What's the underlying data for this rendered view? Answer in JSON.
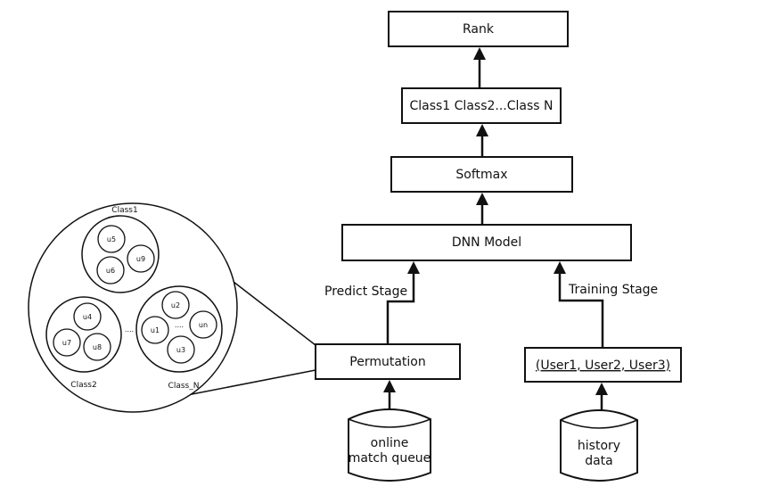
{
  "nodes": {
    "rank": "Rank",
    "classes": "Class1 Class2...Class N",
    "softmax": "Softmax",
    "dnn_model": "DNN Model",
    "permutation": "Permutation",
    "users": "(User1,  User2,  User3)"
  },
  "edge_labels": {
    "predict_stage": "Predict Stage",
    "training_stage": "Training Stage"
  },
  "databases": {
    "online_line1": "online",
    "online_line2": "match queue",
    "history_line1": "history",
    "history_line2": "data"
  },
  "cluster": {
    "class1_title": "Class1",
    "class2_title": "Class2",
    "classn_title": "Class_N",
    "class1_users": [
      "u5",
      "u6",
      "u9"
    ],
    "class2_users": [
      "u4",
      "u7",
      "u8"
    ],
    "classn_users": [
      "u2",
      "u1",
      "un",
      "u3"
    ],
    "dots_outer": "....",
    "dots_inner": "...."
  }
}
